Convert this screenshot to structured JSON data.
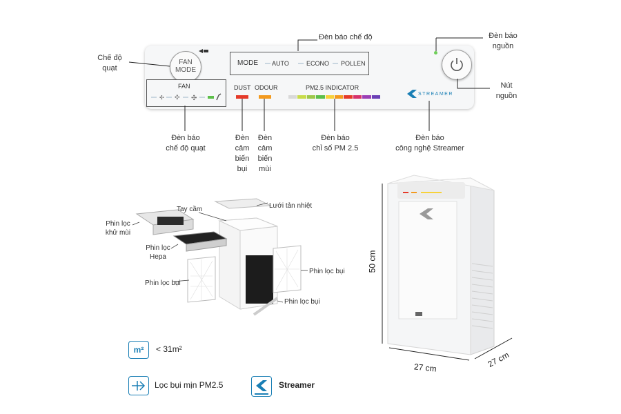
{
  "panel": {
    "fan_mode_btn_line1": "FAN",
    "fan_mode_btn_line2": "MODE",
    "mode_label": "MODE",
    "mode_auto": "AUTO",
    "mode_econo": "ECONO",
    "mode_pollen": "POLLEN",
    "fan_label": "FAN",
    "dust_label": "DUST",
    "odour_label": "ODOUR",
    "pm25_label": "PM2.5 INDICATOR",
    "streamer_label": "STREAMER",
    "colors": {
      "dust": "#e53a2a",
      "odour": "#f39a1e",
      "fan_green": "#5cbf4a",
      "power_led": "#6fcf5a",
      "accent_blue": "#1a7fb5"
    },
    "pm25_colors": [
      "#d9d9d9",
      "#c8dc4a",
      "#9dc84a",
      "#5cbf4a",
      "#f7d23a",
      "#f39a1e",
      "#e53a2a",
      "#d6336c",
      "#9b3fb6",
      "#6a3fb6"
    ]
  },
  "callouts": {
    "fan_mode": [
      "Chế độ",
      "quạt"
    ],
    "mode_indicator": "Đèn báo chế độ",
    "power_light": [
      "Đèn báo",
      "nguồn"
    ],
    "power_button": [
      "Nút",
      "nguồn"
    ],
    "fan_indicator": [
      "Đèn báo",
      "chế độ quạt"
    ],
    "dust_sensor": [
      "Đèn",
      "cảm",
      "biến",
      "bụi"
    ],
    "odour_sensor": [
      "Đèn",
      "cảm",
      "biến",
      "mùi"
    ],
    "pm25_indicator": [
      "Đèn báo",
      "chỉ số PM 2.5"
    ],
    "streamer_indicator": [
      "Đèn báo",
      "công nghệ Streamer"
    ]
  },
  "parts": {
    "handle": "Tay cầm",
    "heat_mesh": "Lưới tản nhiệt",
    "deodorizing_filter": [
      "Phin lọc",
      "khử mùi"
    ],
    "hepa_filter": [
      "Phin lọc",
      "Hepa"
    ],
    "dust_filter_left": "Phin lọc bụi",
    "dust_filter_right": "Phin lọc bụi",
    "dust_filter_bottom": "Phin lọc bụi"
  },
  "dimensions": {
    "height": "50 cm",
    "width": "27 cm",
    "depth": "27 cm"
  },
  "features": {
    "area_icon": "m²",
    "area_value": "< 31m²",
    "pm25_filter": "Lọc bụi mịn PM2.5",
    "streamer": "Streamer"
  }
}
